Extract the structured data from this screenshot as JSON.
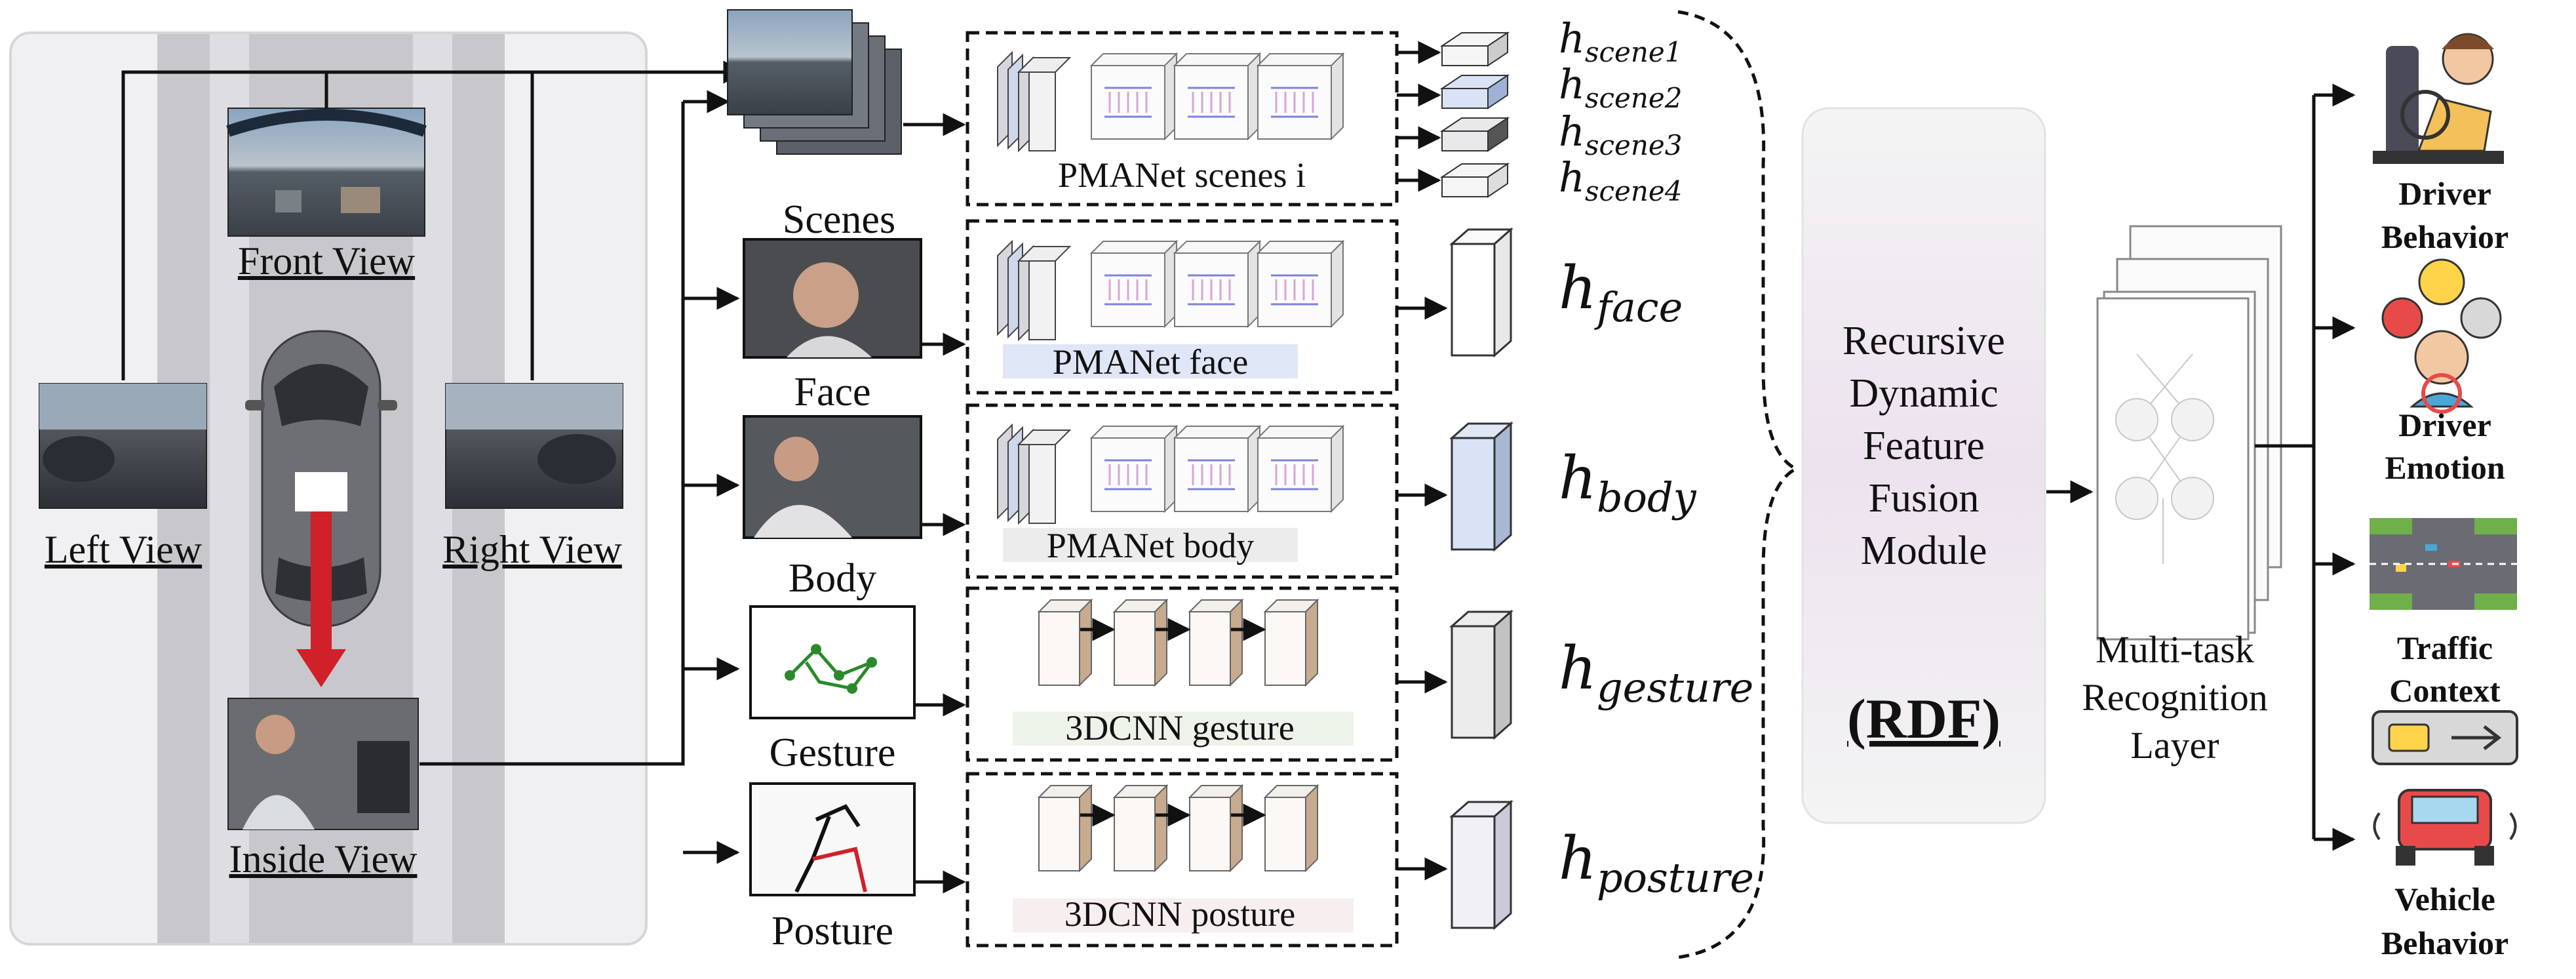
{
  "views": {
    "front": "Front  View",
    "left": "Left View",
    "right": "Right View",
    "inside": "Inside View"
  },
  "inputs": {
    "scenes": "Scenes",
    "face": "Face",
    "body": "Body",
    "gesture": "Gesture",
    "posture": "Posture"
  },
  "networks": {
    "scenes": "PMANet scenes i",
    "face": "PMANet face",
    "body": "PMANet body",
    "gesture": "3DCNN gesture",
    "posture": "3DCNN posture"
  },
  "features": {
    "h": "h",
    "scene1": "scene1",
    "scene2": "scene2",
    "scene3": "scene3",
    "scene4": "scene4",
    "face": "face",
    "body": "body",
    "gesture": "gesture",
    "posture": "posture"
  },
  "rdf": {
    "line1": "Recursive",
    "line2": "Dynamic",
    "line3": "Feature",
    "line4": "Fusion",
    "line5": "Module",
    "abbr": "(RDF)"
  },
  "mtl": {
    "line1": "Multi-task",
    "line2": "Recognition",
    "line3": "Layer"
  },
  "outputs": {
    "driver_behavior_1": "Driver",
    "driver_behavior_2": "Behavior",
    "driver_emotion_1": "Driver",
    "driver_emotion_2": "Emotion",
    "traffic_context_1": "Traffic",
    "traffic_context_2": "Context",
    "vehicle_behavior_1": "Vehicle",
    "vehicle_behavior_2": "Behavior"
  },
  "colors": {
    "arrow_red": "#d0202a",
    "road_grey": "#c8c8cc",
    "feature_blue": "#d9e3f5",
    "frame_pink": "#e7c9e6",
    "conv_brown": "#d2b79c"
  }
}
